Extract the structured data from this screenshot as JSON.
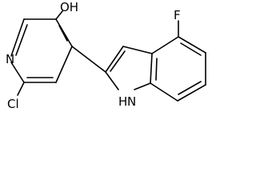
{
  "molecule": {
    "atoms": {
      "oh": "OH",
      "n_pyridine": "N",
      "cl": "Cl",
      "f": "F",
      "nh": "H",
      "nh_n": "N"
    }
  }
}
